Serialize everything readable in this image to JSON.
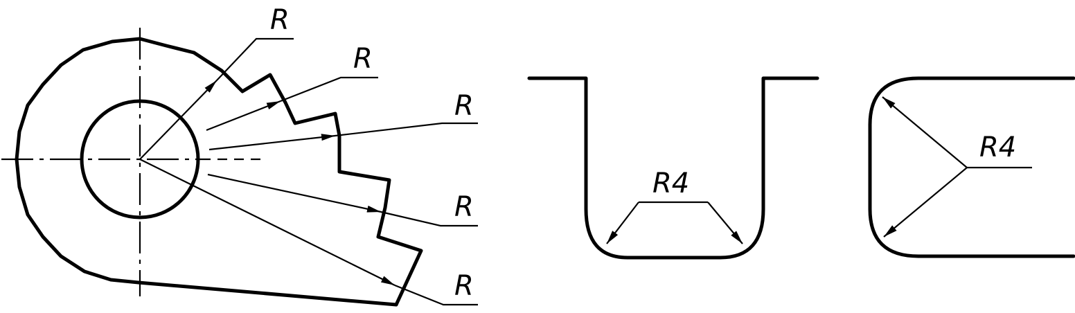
{
  "figure_left": {
    "radius_labels": [
      "R",
      "R",
      "R",
      "R",
      "R"
    ]
  },
  "figure_middle": {
    "dimension_label": "R4"
  },
  "figure_right": {
    "dimension_label": "R4"
  }
}
